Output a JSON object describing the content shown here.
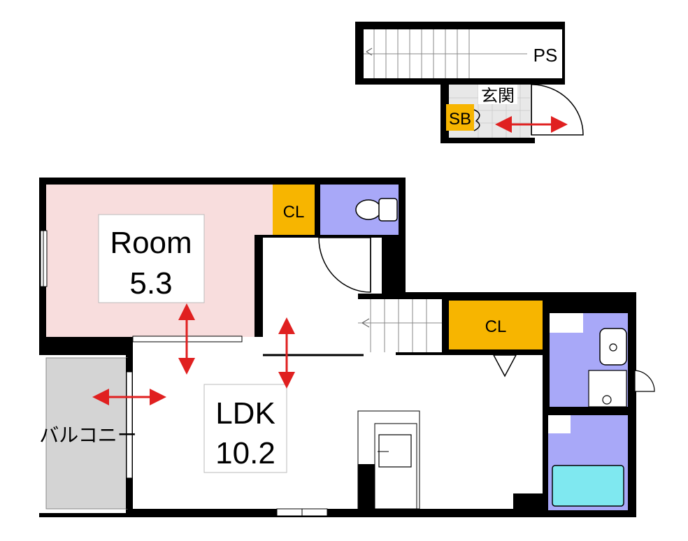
{
  "rooms": {
    "room": {
      "name": "Room",
      "size": "5.3"
    },
    "ldk": {
      "name": "LDK",
      "size": "10.2"
    }
  },
  "labels": {
    "ps": "PS",
    "entrance": "玄関",
    "shoe_box": "SB",
    "closet_room": "CL",
    "closet_hall": "CL",
    "balcony": "バルコニー"
  },
  "colors": {
    "room_fill": "#f8dddd",
    "closet_fill": "#f7b500",
    "wet_area_fill": "#a8a8f8",
    "balcony_fill": "#d4d4d4",
    "bathtub_fill": "#7fe8f0",
    "arrow": "#e02020",
    "wall": "#000000"
  }
}
